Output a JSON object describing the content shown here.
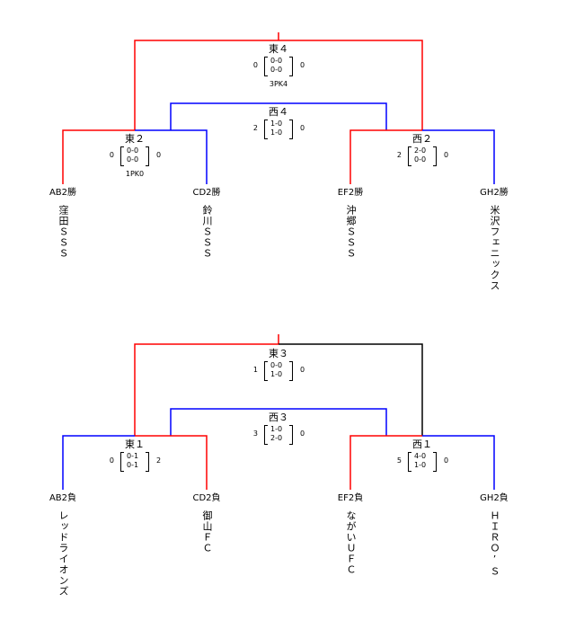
{
  "colors": {
    "red": "#ff0000",
    "blue": "#0000ff",
    "black": "#000000"
  },
  "brackets": [
    {
      "final": {
        "label": "東４",
        "left_score": "0",
        "right_score": "0",
        "halves": [
          "0-0",
          "0-0"
        ],
        "pk": "3PK4"
      },
      "semi": {
        "label": "西４",
        "left_score": "2",
        "right_score": "0",
        "halves": [
          "1-0",
          "1-0"
        ]
      },
      "east": {
        "label": "東２",
        "left_score": "0",
        "right_score": "0",
        "halves": [
          "0-0",
          "0-0"
        ],
        "pk": "1PK0"
      },
      "west": {
        "label": "西２",
        "left_score": "2",
        "right_score": "0",
        "halves": [
          "2-0",
          "0-0"
        ]
      },
      "slots": [
        "AB2勝",
        "CD2勝",
        "EF2勝",
        "GH2勝"
      ],
      "teams": [
        "窪田ＳＳＳ",
        "鈴川ＳＳＳ",
        "沖郷ＳＳＳ",
        "米沢フェニックス"
      ]
    },
    {
      "final": {
        "label": "東３",
        "left_score": "1",
        "right_score": "0",
        "halves": [
          "0-0",
          "1-0"
        ]
      },
      "semi": {
        "label": "西３",
        "left_score": "3",
        "right_score": "0",
        "halves": [
          "1-0",
          "2-0"
        ]
      },
      "east": {
        "label": "東１",
        "left_score": "0",
        "right_score": "2",
        "halves": [
          "0-1",
          "0-1"
        ]
      },
      "west": {
        "label": "西１",
        "left_score": "5",
        "right_score": "0",
        "halves": [
          "4-0",
          "1-0"
        ]
      },
      "slots": [
        "AB2負",
        "CD2負",
        "EF2負",
        "GH2負"
      ],
      "teams": [
        "レッドライオンズ",
        "御山ＦＣ",
        "ながいＵＦＣ",
        "ＨＩＲＯ’Ｓ"
      ]
    }
  ]
}
